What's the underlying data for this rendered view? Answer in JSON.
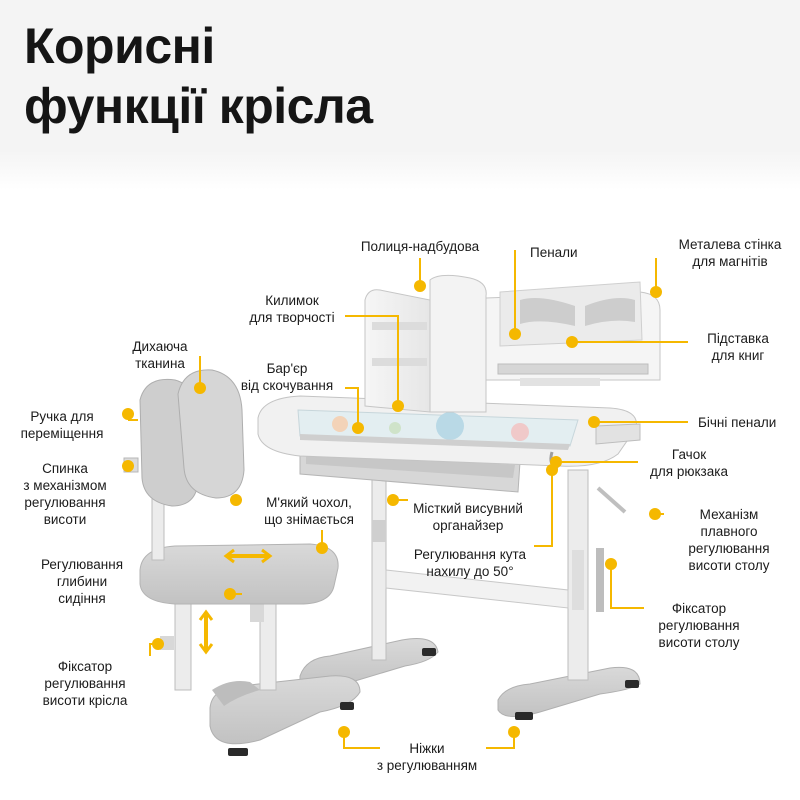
{
  "title": {
    "line1": "Корисні",
    "line2": "функції крісла"
  },
  "accent_color": "#f5b800",
  "labels": {
    "shelf": {
      "line1": "Полиця-надбудова"
    },
    "pencil_cases": {
      "line1": "Пенали"
    },
    "metal_wall": {
      "line1": "Металева стінка",
      "line2": "для магнітів"
    },
    "mat": {
      "line1": "Килимок",
      "line2": "для творчості"
    },
    "book_stand": {
      "line1": "Підставка",
      "line2": "для книг"
    },
    "breathable": {
      "line1": "Дихаюча",
      "line2": "тканина"
    },
    "barrier": {
      "line1": "Бар'єр",
      "line2": "від скочування"
    },
    "handle": {
      "line1": "Ручка для",
      "line2": "переміщення"
    },
    "side_cases": {
      "line1": "Бічні пенали"
    },
    "hook": {
      "line1": "Гачок",
      "line2": "для рюкзака"
    },
    "backrest": {
      "line1": "Спинка",
      "line2": "з механізмом",
      "line3": "регулювання",
      "line4": "висоти"
    },
    "soft_cover": {
      "line1": "М'який чохол,",
      "line2": "що знімається"
    },
    "organizer": {
      "line1": "Місткий висувний",
      "line2": "органайзер"
    },
    "mechanism": {
      "line1": "Механізм",
      "line2": "плавного",
      "line3": "регулювання",
      "line4": "висоти столу"
    },
    "tilt": {
      "line1": "Регулювання кута",
      "line2": "нахилу до 50°"
    },
    "depth": {
      "line1": "Регулювання",
      "line2": "глибини",
      "line3": "сидіння"
    },
    "table_lock": {
      "line1": "Фіксатор",
      "line2": "регулювання",
      "line3": "висоти столу"
    },
    "chair_lock": {
      "line1": "Фіксатор",
      "line2": "регулювання",
      "line3": "висоти крісла"
    },
    "legs": {
      "line1": "Ніжки",
      "line2": "з регулюванням"
    }
  }
}
